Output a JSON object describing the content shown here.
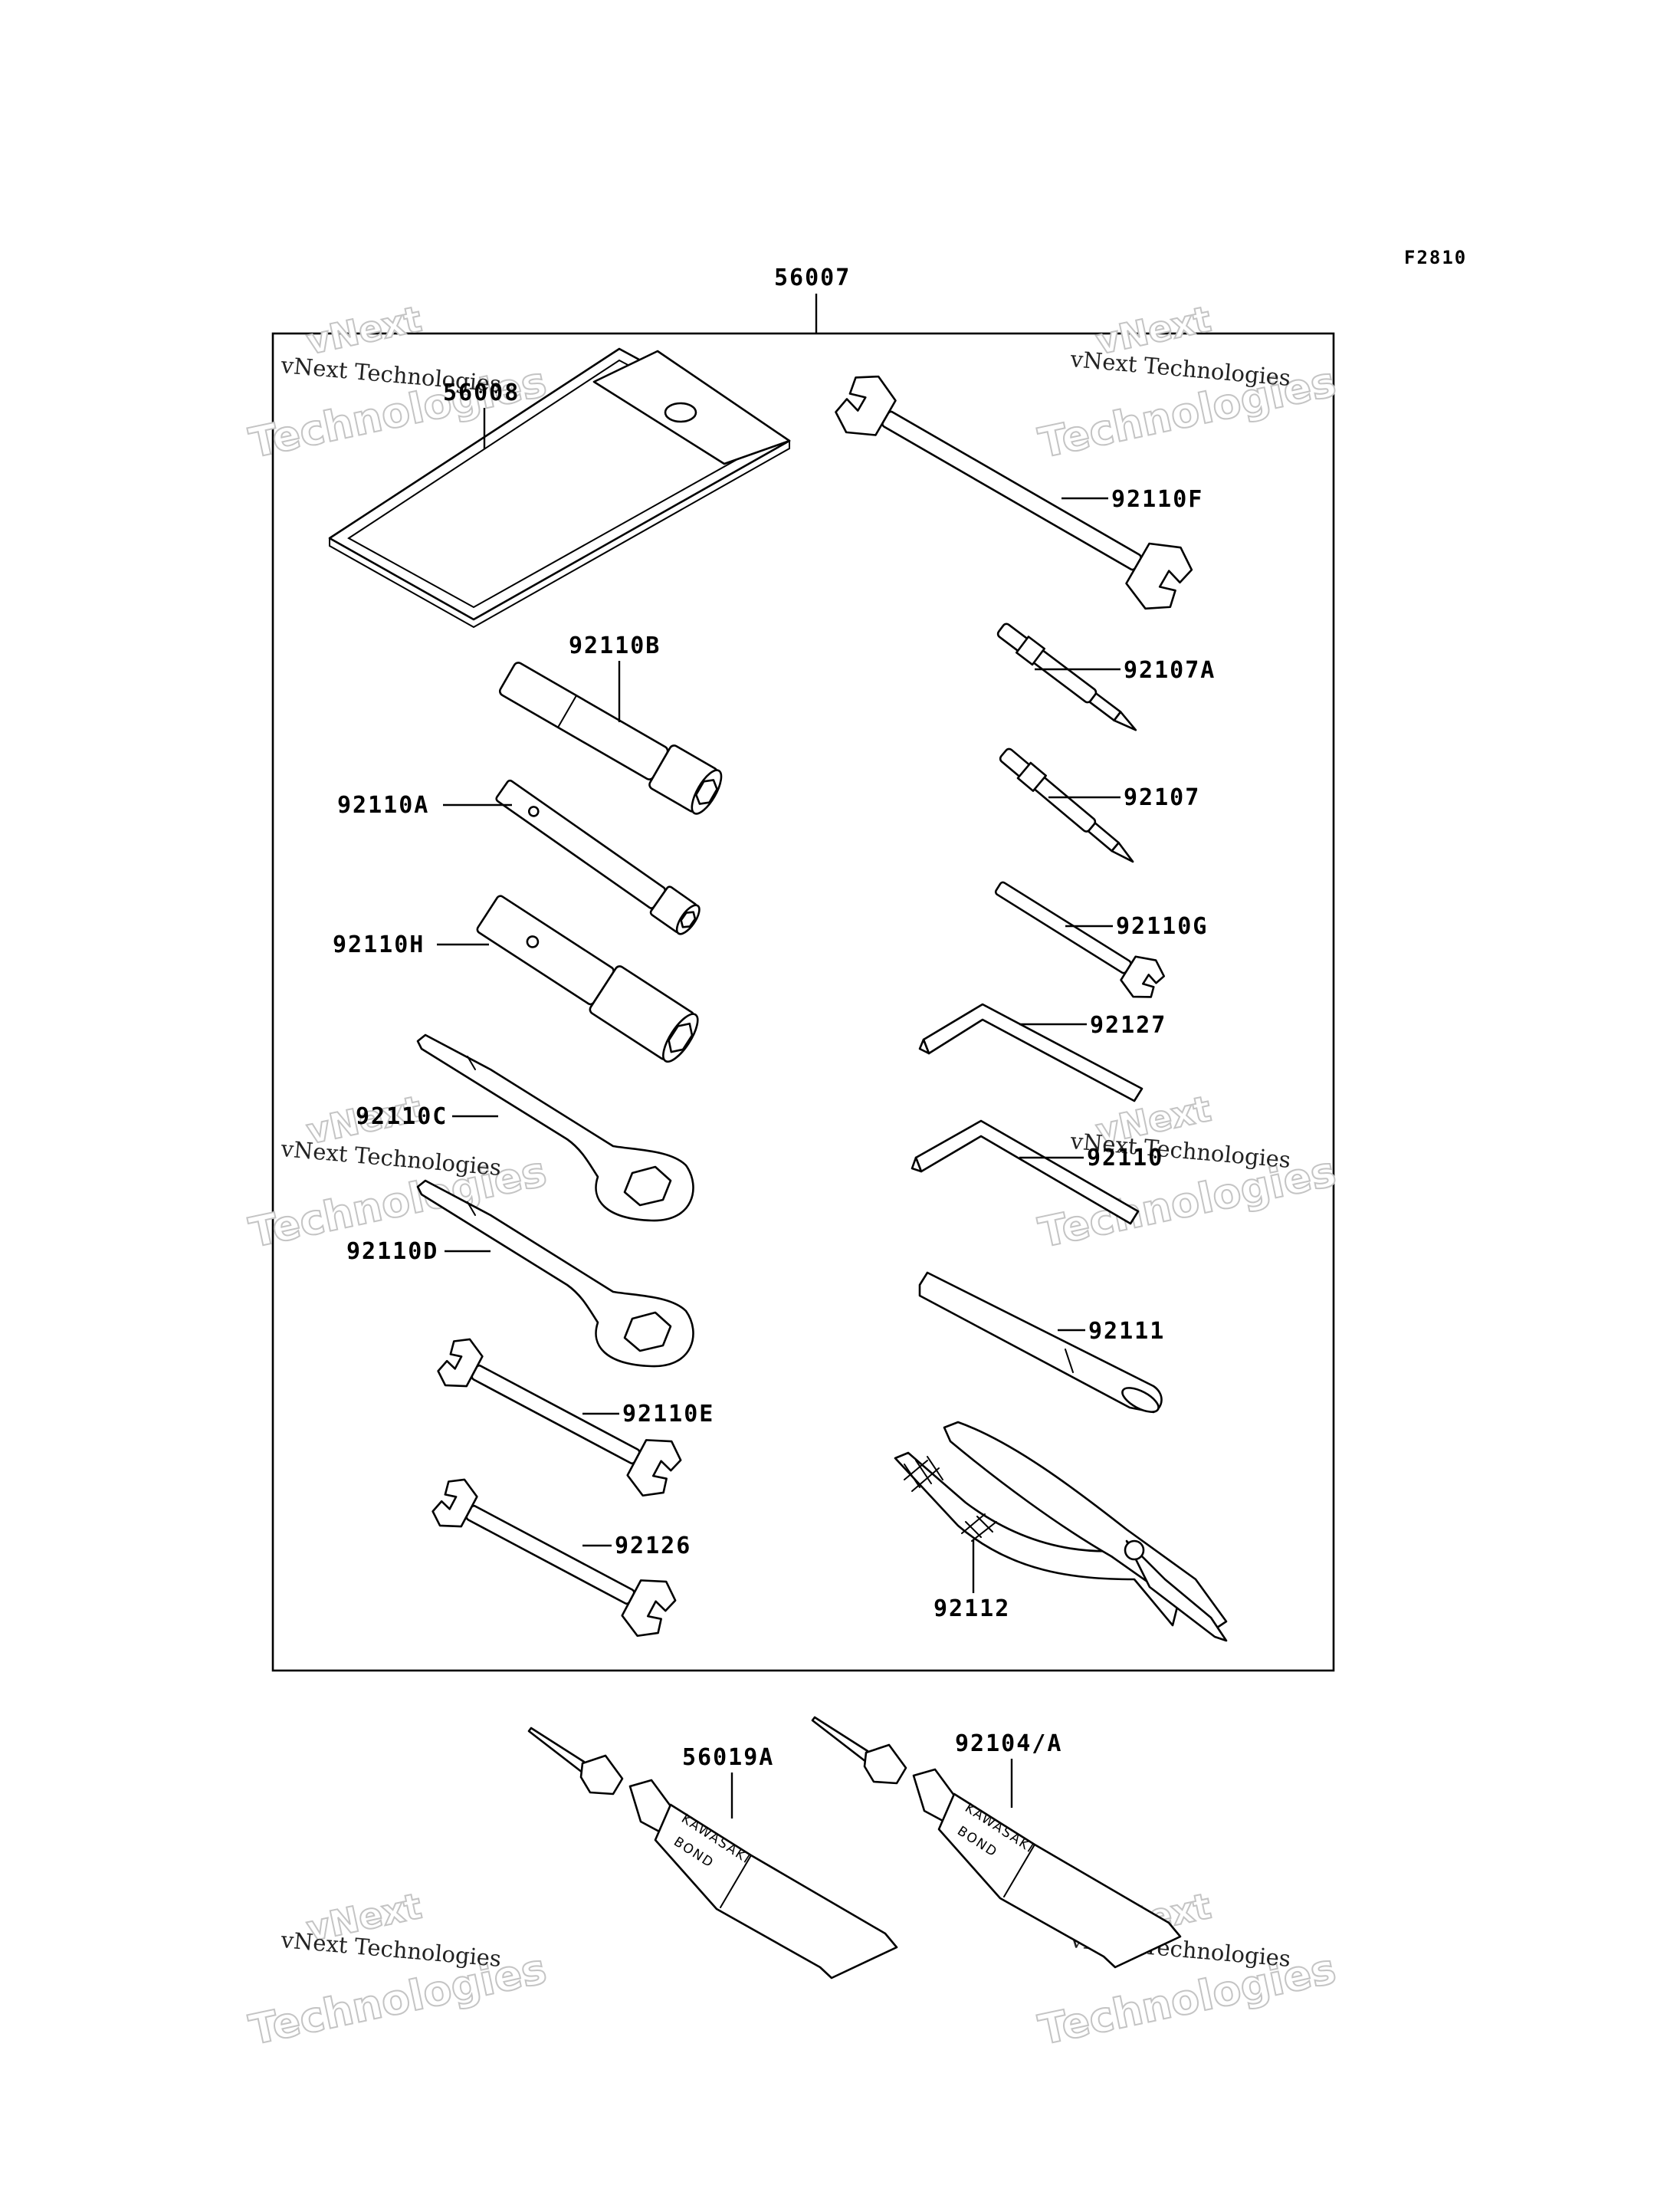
{
  "figure_code": "F2810",
  "assembly_label": "56007",
  "watermark": {
    "line1": "vNext Technologies",
    "line2": "Technologies",
    "line3": "vNext"
  },
  "tube_print": {
    "brand": "KAWASAKI",
    "product": "BOND"
  },
  "parts": {
    "p56008": "56008",
    "p92110F": "92110F",
    "p92110B": "92110B",
    "p92107A": "92107A",
    "p92110A": "92110A",
    "p92107": "92107",
    "p92110G": "92110G",
    "p92110H": "92110H",
    "p92127": "92127",
    "p92110C": "92110C",
    "p92110": "92110",
    "p92110D": "92110D",
    "p92111": "92111",
    "p92110E": "92110E",
    "p92126": "92126",
    "p92112": "92112",
    "p56019A": "56019A",
    "p92104A": "92104/A"
  }
}
